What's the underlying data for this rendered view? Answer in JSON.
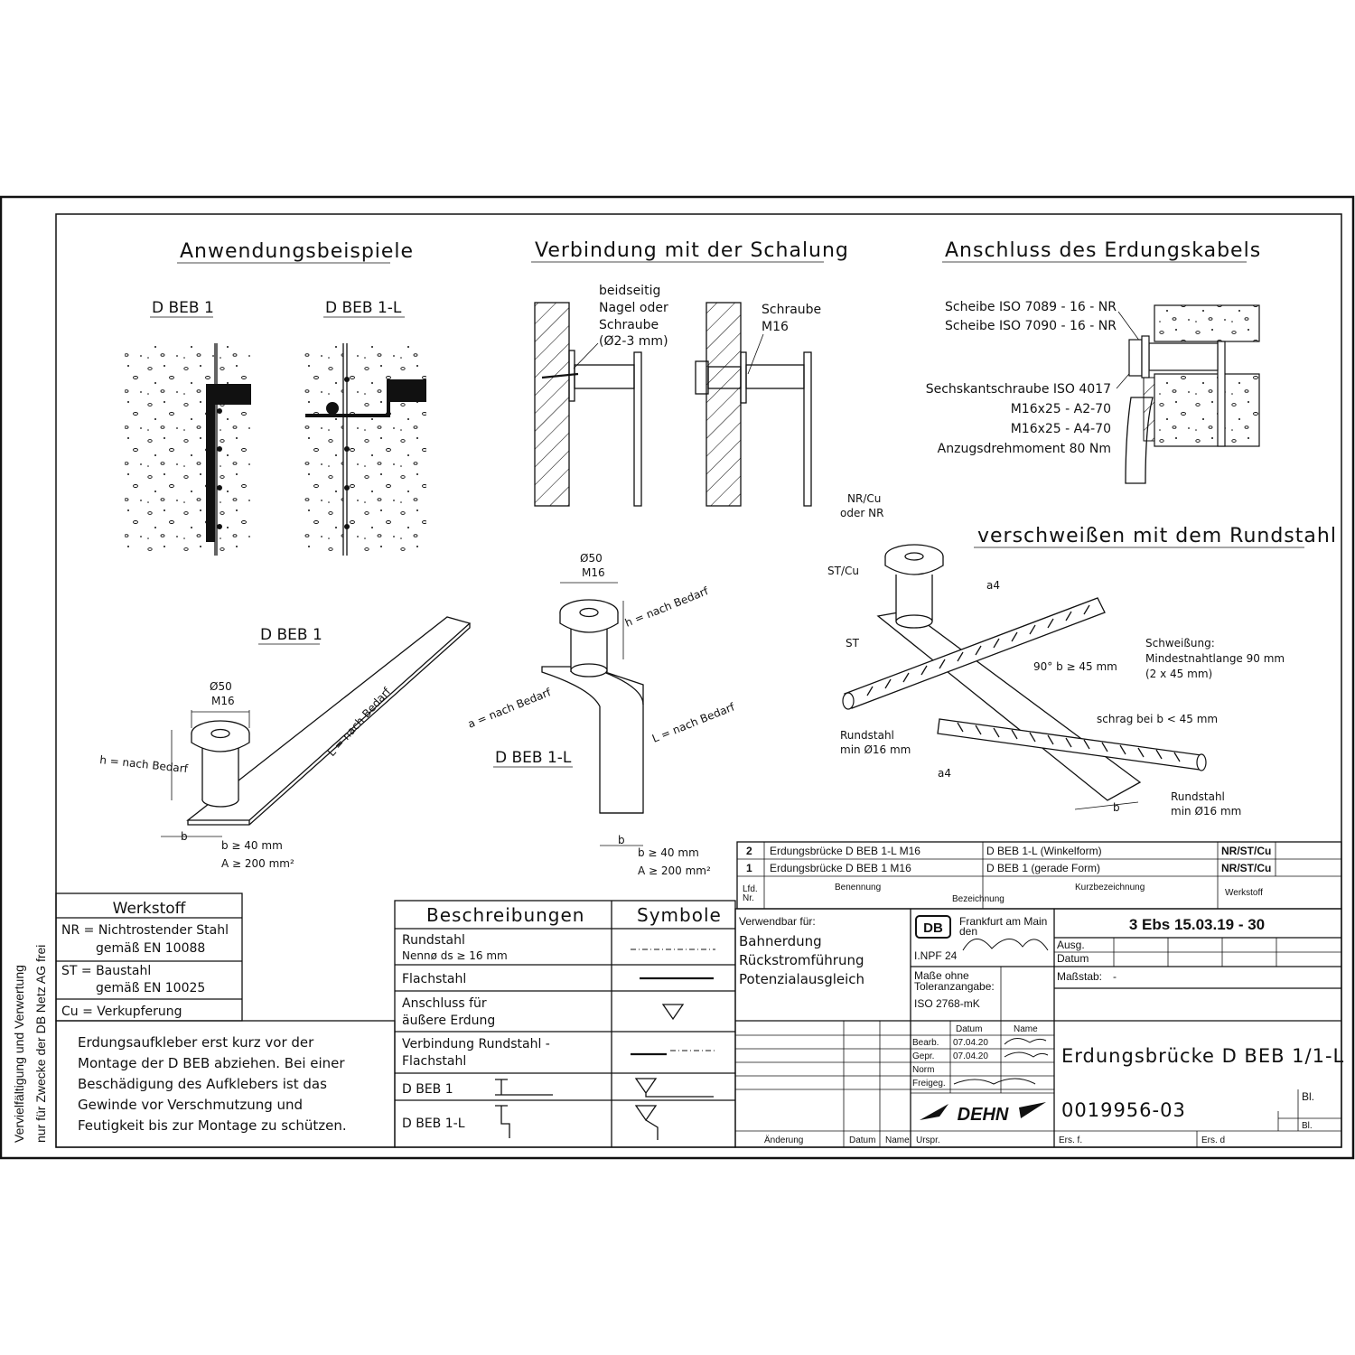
{
  "side_note": {
    "line1": "Vervielfältigung und Verwertung",
    "line2": "nur für Zwecke der DB Netz AG frei"
  },
  "sections": {
    "anwendung": {
      "title": "Anwendungsbeispiele",
      "left": "D BEB 1",
      "right": "D BEB 1-L"
    },
    "schalung": {
      "title": "Verbindung mit der Schalung",
      "note1": [
        "beidseitig",
        "Nagel oder",
        "Schraube",
        "(Ø2-3 mm)"
      ],
      "note2": [
        "Schraube",
        "M16"
      ]
    },
    "erdungskabel": {
      "title": "Anschluss des Erdungskabels",
      "lines": [
        "Scheibe ISO 7089 - 16 - NR",
        "Scheibe ISO 7090 - 16 - NR",
        "Sechskantschraube ISO 4017",
        "M16x25 - A2-70",
        "M16x25 - A4-70",
        "Anzugsdrehmoment 80 Nm"
      ]
    },
    "rundstahl": {
      "title": "verschweißen mit dem Rundstahl",
      "material_top": [
        "NR/Cu",
        "oder NR"
      ],
      "st_cu": "ST/Cu",
      "st": "ST",
      "a4": "a4",
      "angle": "90° b ≥ 45 mm",
      "weld": [
        "Schweißung:",
        "Mindestnahtlange 90 mm",
        "(2 x 45 mm)"
      ],
      "oblique": "schrag bei b < 45 mm",
      "rundstahl1": [
        "Rundstahl",
        "min Ø16 mm"
      ],
      "rundstahl2": [
        "Rundstahl",
        "min Ø16 mm"
      ],
      "b": "b"
    },
    "dbeb1": {
      "title": "D BEB 1",
      "d50": "Ø50",
      "m16": "M16",
      "h": "h = nach Bedarf",
      "L": "L = nach Bedarf",
      "b": "b",
      "b40": "b ≥ 40 mm",
      "a200": "A ≥ 200 mm²"
    },
    "dbeb1l": {
      "title": "D BEB 1-L",
      "d50": "Ø50",
      "m16": "M16",
      "h": "h = nach Bedarf",
      "a": "a = nach Bedarf",
      "L": "L = nach Bedarf",
      "b": "b",
      "b40": "b ≥ 40 mm",
      "a200": "A ≥ 200 mm²"
    }
  },
  "werkstoff": {
    "title": "Werkstoff",
    "rows": [
      [
        "NR = Nichtrostender Stahl",
        "gemäß EN 10088"
      ],
      [
        "ST = Baustahl",
        "gemäß EN 10025"
      ],
      [
        "Cu = Verkupferung"
      ]
    ]
  },
  "note_text": [
    "Erdungsaufkleber erst kurz vor der",
    "Montage der D BEB abziehen. Bei einer",
    "Beschädigung des Aufklebers ist das",
    "Gewinde vor Verschmutzung und",
    "Feutigkeit bis zur Montage zu schützen."
  ],
  "legend": {
    "col1": "Beschreibungen",
    "col2": "Symbole",
    "rows": [
      [
        "Rundstahl",
        "Nennø ds ≥ 16 mm"
      ],
      [
        "Flachstahl"
      ],
      [
        "Anschluss für",
        "äußere Erdung"
      ],
      [
        "Verbindung Rundstahl -",
        "Flachstahl"
      ],
      [
        "D BEB 1"
      ],
      [
        "D BEB 1-L"
      ]
    ]
  },
  "parts": {
    "rows": [
      {
        "nr": "2",
        "name": "Erdungsbrücke D BEB 1-L  M16",
        "kurz": "D BEB 1-L (Winkelform)",
        "mat": "NR/ST/Cu"
      },
      {
        "nr": "1",
        "name": "Erdungsbrücke D BEB 1  M16",
        "kurz": "D BEB 1 (gerade Form)",
        "mat": "NR/ST/Cu"
      }
    ],
    "header": {
      "lfd": "Lfd.",
      "nr": "Nr.",
      "benennung": "Benennung",
      "bezeichnung": "Bezeichnung",
      "kurz": "Kurzbezeichnung",
      "werkstoff": "Werkstoff"
    }
  },
  "title_block": {
    "verwendbar_label": "Verwendbar für:",
    "verwendbar": [
      "Bahnerdung",
      "Rückstromführung",
      "Potenzialausgleich"
    ],
    "db_logo": "DB",
    "frankfurt": [
      "Frankfurt am Main",
      "den"
    ],
    "npf": "I.NPF 24",
    "number": "3 Ebs 15.03.19 - 30",
    "ausg": "Ausg.",
    "datum": "Datum",
    "massstab": "Maßstab:",
    "massstab_val": "-",
    "masse": [
      "Maße ohne",
      "Toleranzangabe:"
    ],
    "iso": "ISO 2768-mK",
    "col_datum": "Datum",
    "col_name": "Name",
    "bearb": "Bearb.",
    "bearb_date": "07.04.20",
    "gepr": "Gepr.",
    "gepr_date": "07.04.20",
    "norm": "Norm",
    "freig": "Freigeg.",
    "title": "Erdungsbrücke D BEB 1/1-L",
    "drawing_no": "0019956-03",
    "dehn": "DEHN",
    "bl": "Bl.",
    "bl2": "Bl.",
    "aenderung": "Änderung",
    "col_datum2": "Datum",
    "col_name2": "Name",
    "urspr": "Urspr.",
    "ers_f": "Ers. f.",
    "ers_d": "Ers. d"
  }
}
